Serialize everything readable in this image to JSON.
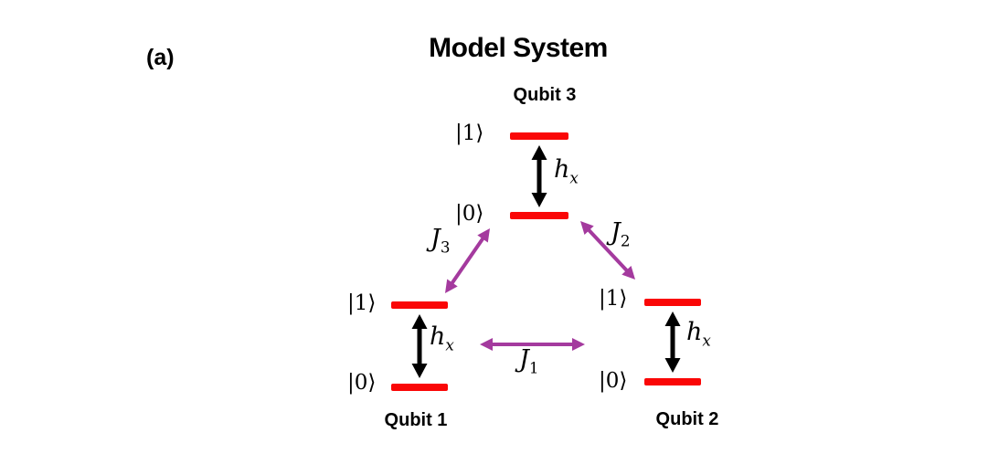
{
  "panel_label": "(a)",
  "title": "Model System",
  "colors": {
    "energy_level": "#FA0707",
    "coupling": "#A43A9E",
    "field": "#000000",
    "text": "#000000"
  },
  "qubits": [
    {
      "name": "Qubit 1",
      "upper_level": "|1⟩",
      "lower_level": "|0⟩",
      "field_base": "h",
      "field_sub": "x"
    },
    {
      "name": "Qubit 2",
      "upper_level": "|1⟩",
      "lower_level": "|0⟩",
      "field_base": "h",
      "field_sub": "x"
    },
    {
      "name": "Qubit 3",
      "upper_level": "|1⟩",
      "lower_level": "|0⟩",
      "field_base": "h",
      "field_sub": "x"
    }
  ],
  "couplings": [
    {
      "base": "J",
      "sub": "1",
      "connects": "Qubit 1 - Qubit 2"
    },
    {
      "base": "J",
      "sub": "2",
      "connects": "Qubit 3 - Qubit 2"
    },
    {
      "base": "J",
      "sub": "3",
      "connects": "Qubit 1 - Qubit 3"
    }
  ]
}
